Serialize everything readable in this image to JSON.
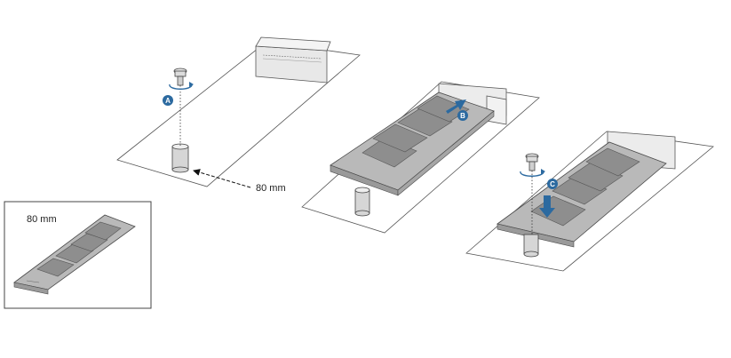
{
  "diagram": {
    "steps": [
      {
        "badge": "A"
      },
      {
        "badge": "B"
      },
      {
        "badge": "C"
      }
    ],
    "measure_label": "80 mm",
    "inset_label": "80 mm"
  },
  "colors": {
    "accent": "#2c6aa0",
    "module_board": "#b9b9b9",
    "chip": "#8e8e8e",
    "outline": "#4a4a4a",
    "plate": "#ffffff"
  }
}
